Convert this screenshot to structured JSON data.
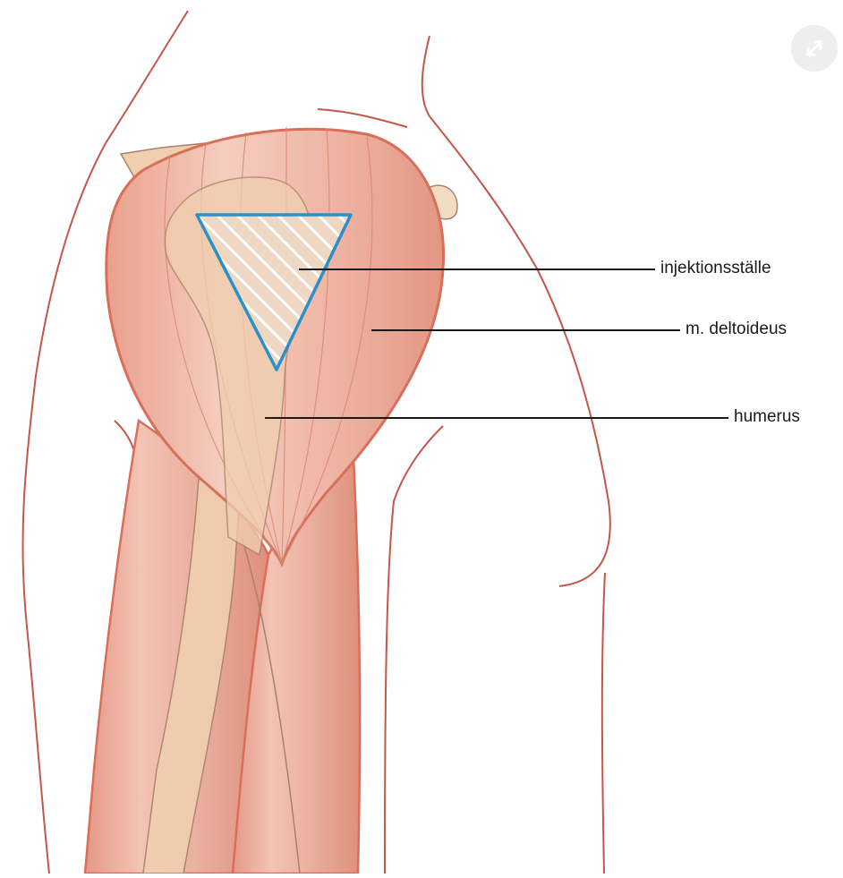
{
  "labels": {
    "injection_site": "injektionsställe",
    "deltoid": "m. deltoideus",
    "humerus": "humerus"
  },
  "icons": {
    "expand": "expand-arrows-icon"
  },
  "colors": {
    "background": "#ffffff",
    "skin_outline": "#c4564a",
    "muscle_fill": "#ecaa9a",
    "muscle_light": "#f4c9bb",
    "muscle_edge": "#d86f5a",
    "bone_fill": "#f0cfb0",
    "bone_edge": "#a8826a",
    "injection_outline": "#2a90c8",
    "hatch": "#ffffff",
    "leader_line": "#1a1a1a"
  }
}
